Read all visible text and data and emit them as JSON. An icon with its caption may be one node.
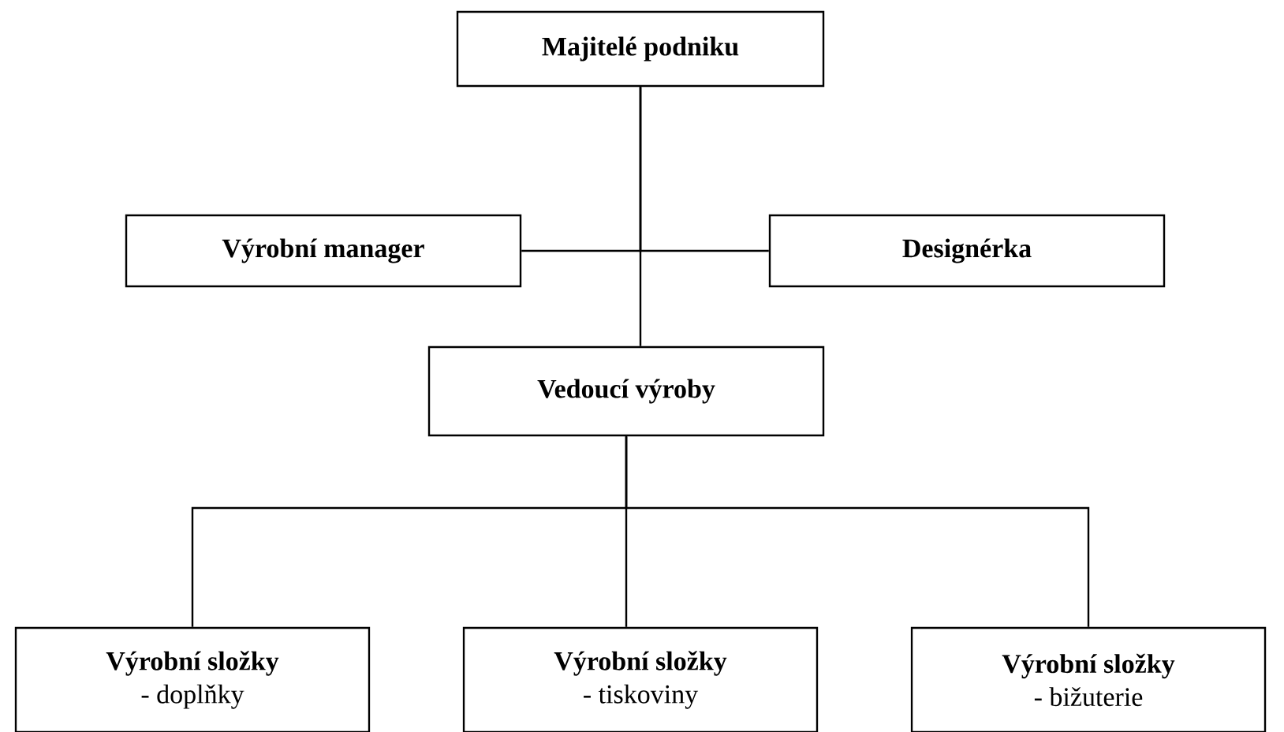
{
  "diagram": {
    "nodes": [
      {
        "text": [
          "Majitelé podniku"
        ]
      },
      {
        "text": [
          "Výrobní manager"
        ]
      },
      {
        "text": [
          "Designérka"
        ]
      },
      {
        "text": [
          "Vedoucí výroby"
        ]
      },
      {
        "text": [
          "Výrobní složky",
          "- doplňky"
        ]
      },
      {
        "text": [
          "Výrobní složky",
          "- tiskoviny"
        ]
      },
      {
        "text": [
          "Výrobní složky",
          "- bižuterie"
        ]
      }
    ],
    "edges": [
      {
        "from": 0,
        "to": 1,
        "arrow": "none"
      },
      {
        "from": 0,
        "to": 2,
        "arrow": "none"
      },
      {
        "from": 0,
        "to": 3,
        "arrow": "none"
      },
      {
        "from": 3,
        "to": 4,
        "arrow": "none"
      },
      {
        "from": 3,
        "to": 5,
        "arrow": "none"
      },
      {
        "from": 3,
        "to": 6,
        "arrow": "none"
      }
    ]
  }
}
